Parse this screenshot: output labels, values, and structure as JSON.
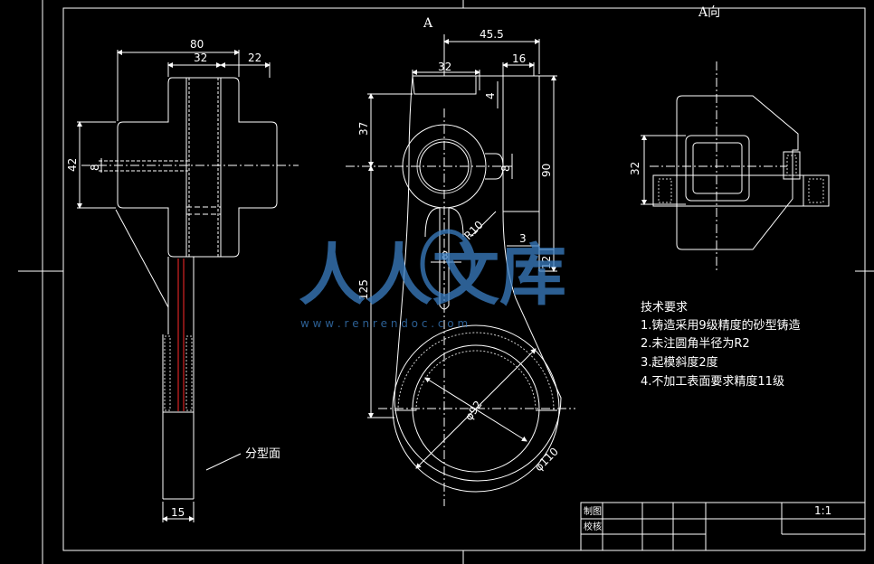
{
  "drawing": {
    "view_label_a": "A",
    "view_title": "A向",
    "parting_surface_label": "分型面",
    "colors": {
      "background": "#000000",
      "line": "#ffffff",
      "centerline": "#ff2a2a",
      "hatch": "#cfcfcf",
      "watermark": "#3b7fc4"
    }
  },
  "dimensions": {
    "left_view": {
      "overall_width": "80",
      "bore_width": "32",
      "offset": "22",
      "height_42": "42",
      "height_8": "8",
      "web_thickness": "15"
    },
    "main_view": {
      "d45_5": "45.5",
      "d32": "32",
      "d16": "16",
      "d4": "4",
      "d37": "37",
      "d8a": "8",
      "d90": "90",
      "r10": "R10",
      "d8b": "8",
      "d3": "3",
      "d12": "12",
      "d125": "125",
      "d92": "φ92",
      "d110": "φ110"
    },
    "a_view": {
      "d32": "32"
    }
  },
  "tech_requirements": {
    "heading": "技术要求",
    "items": [
      "1.铸造采用9级精度的砂型铸造",
      "2.未注圆角半径为R2",
      "3.起模斜度2度",
      "4.不加工表面要求精度11级"
    ]
  },
  "title_block": {
    "drawn": "制图",
    "checked": "校核",
    "scale": "1:1"
  },
  "watermark": {
    "text": "人人文库",
    "url": "w w w . r e n r e n d o c . c o m"
  }
}
